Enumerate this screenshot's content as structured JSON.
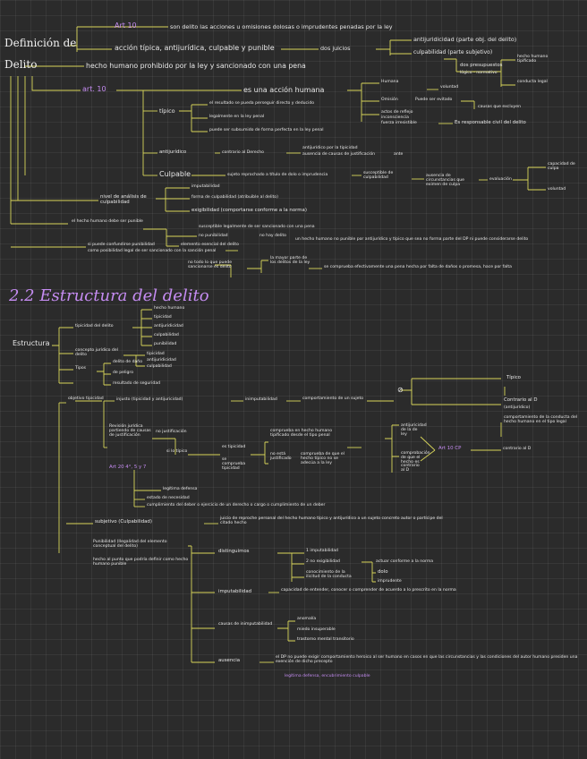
{
  "section1": {
    "definicion": "Definición de",
    "delito": "Delito",
    "art_10": "Art 10",
    "art_10_text": "son delito las acciones u omisiones dolosas o imprudentes penadas por la ley",
    "accion_tipica": "acción típica, antijurídica, culpable y punible",
    "dos_juicios": "dos juicios",
    "antijuridicidad_parte": "antijuridicidad (parte obj. del delito)",
    "culpabilidad_parte": "culpabilidad (parte subjetivo)",
    "dos_presupuestos": "dos presupuestos",
    "logico_normativo": "lógico - normativo",
    "hecho_tipificado": "hecho humano tipificado",
    "conducta_legal": "conducta legal",
    "hecho_humano": "hecho humano prohibido por la ley y sancionado con una pena",
    "art_10_b": "art. 10",
    "accion_humana": "es una acción humana",
    "humana": "Humana",
    "voluntad": "voluntad",
    "omision": "Omisión",
    "puede_ser_evitado": "Puede ser evitado",
    "causas_excluyen": "causas que excluyen",
    "actos_reflejo": "actos de reflejo",
    "inconsciencia": "inconsciencia",
    "fuerza_irresistible": "fuerza irresistible",
    "responsable_civil": "Es responsable civil del delito",
    "tipico": "típico",
    "tipico_1": "el resultado se pueda perseguir directo y deducido",
    "tipico_2": "legalmente en la ley penal",
    "tipico_3": "puede ser subsumido de forma perfecta en la ley penal",
    "antijuridico": "antijurídico",
    "antijuridico_1": "contrario al Derecho",
    "antijuridico_2": "antijurídico por la tipicidad",
    "antijuridico_3": "ausencia de causas de justificación",
    "antijuridico_4": "ante",
    "culpable": "Culpable",
    "culpable_1": "sujeto reprochado a título de dolo o imprudencia",
    "culpable_2": "susceptible de culpabilidad",
    "culpable_3": "ausencia de circunstancias que eximen de culpa",
    "evaluación": "evaluación",
    "capacidad_culpa": "capacidad de culpa",
    "voluntad_b": "voluntad",
    "nivel_analisis": "nivel de análisis de culpabilidad",
    "imputabilidad": "imputabilidad",
    "forma_culpabilidad": "forma de culpabilidad (atribuible al delito)",
    "exigibilidad": "exigibilidad (comportarse conforme a la norma)",
    "punible_1": "el hecho humano debe ser punible",
    "punible_2": "susceptible legalmente de ser sancionado con una pena",
    "punible_3": "no punibilidad",
    "punible_4": "elemento esencial del delito",
    "no_hay_delito": "no hay delito",
    "punible_5": "si puede confundirse punibilidad",
    "punible_6": "como posibilidad legal de ser sancionado con la sanción penal",
    "punible_7": "no todo lo que puede sancionarse es delito",
    "punible_8": "la mayor parte de los delitos de la ley",
    "punible_9": "un hecho humano no punible por antijurídico y típico que sea no forma parte del DP ni puede considerarse delito",
    "punible_10": "se comprueba efectivamente una pena hecha por falta de daños o promesa, hace por falta"
  },
  "section2": {
    "title": "2.2 Estructura del delito",
    "estructura": "Estructura",
    "tipica_delito": "tipicidad del delito",
    "th_1": "hecho humano",
    "th_2": "tipicidad",
    "th_3": "antijuridicidad",
    "th_4": "culpabilidad",
    "th_5": "punibilidad",
    "concepto_juridico": "concepto jurídico del delito",
    "cj_1": "tipicidad",
    "cj_2": "antijuridicidad",
    "cj_3": "culpabilidad",
    "tipos": "Tipos",
    "tipo_1": "delito de daño",
    "tipo_2": "de peligro",
    "tipo_3": "resultado de seguridad",
    "objetivo": "objetivo",
    "tipicidad_obj": "tipicidad",
    "objetivo_text": "injusto (tipicidad y antijuricidad)",
    "inimputabilidad": "inimputabilidad",
    "comportamiento": "comportamiento de un sujeto",
    "tipico_box": "Típico",
    "contrario_d": "Contrario al D",
    "antijuridico_c": "(antijurídico)",
    "comportamiento_2": "comportamiento de la conducta del hecho humano en el tipo legal",
    "revision": "Revisión jurídica partiendo de causas de justificación",
    "no_justificacion": "no justificación",
    "si_tipico": "si lo típico",
    "es_tipicidad": "es tipicidad",
    "se_comprueba": "se comprueba tipicidad",
    "no_justificado": "no está justificado",
    "comprueba_1": "comprueba en hecho humano tipificado desde el tipo penal",
    "comprueba_2": "comprueba de que el hecho típico no se adecúa a la ley",
    "antijuridico_d": "antijuricidad de la de ley",
    "comprobacion": "comprobación de que el hecho es contrario al D",
    "art_20": "Art 20 4°, 5 y 7",
    "art_20_b": "Art 10 CP",
    "contrario_al_d": "contrario al D",
    "legitima_defensa": "legítima defensa",
    "estado_necesidad": "estado de necesidad",
    "cumplimiento": "cumplimiento del deber o ejercicio de un derecho o cargo o cumplimiento de un deber",
    "subjetivo": "subjetivo (Culpabilidad)",
    "subjetivo_text": "juicio de reproche personal del hecho humano típico y antijurídico a un sujeto concreto autor o partícipe del citado hecho",
    "punibilidad": "Punibilidad (Ilegalidad del elemento conceptual del delito)",
    "punibilidad_2": "hecho al punto que podría definir como hecho humano punible",
    "distinguimos": "distinguimos",
    "di_1": "1 imputabilidad",
    "di_2": "2 no exigibilidad",
    "di_3": "conocimiento de la ilicitud de la conducta",
    "di_4": "actuar conforme a la norma",
    "di_5": "dolo",
    "di_6": "imprudente",
    "imputabilidad_b": "imputabilidad",
    "imputabilidad_text": "capacidad de entender, conocer o comprender de acuerdo a lo prescrito en la norma",
    "causas": "causas de inimputabilidad",
    "causa_1": "anomalía",
    "causa_2": "miedo insuperable",
    "causa_3": "trastorno mental transitorio",
    "ausencia": "ausencia",
    "ausencia_text": "el DP no puede exigir comportamiento heroico al ser humano en casos en que las circunstancias y las condiciones del autor humano presiden una exención de dicho precepto",
    "ausencia_ref": "legítima defensa, encubrimiento culpable"
  }
}
